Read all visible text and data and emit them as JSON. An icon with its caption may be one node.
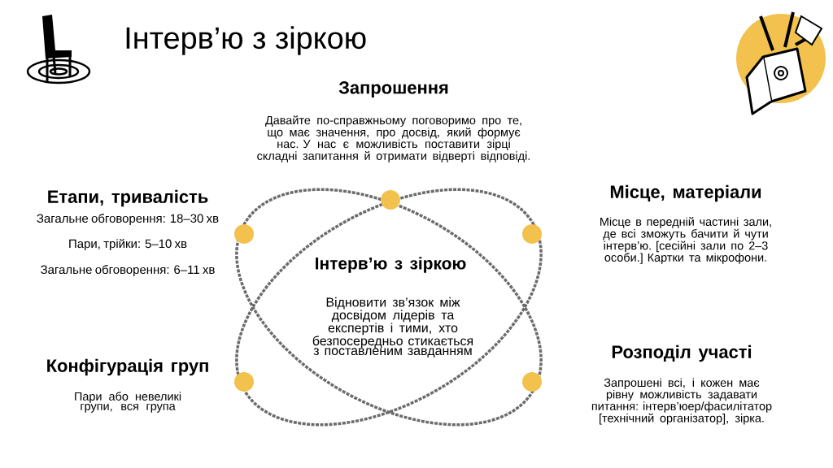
{
  "diagram": {
    "title": "Інтерв’ю з зіркою",
    "labels": [
      "Запрошення",
      "Давайте по-справжньому поговоримо про те, що має значення, про досвід, який формує нас. У нас є можливість поставити зірці складні запитання й отримати відверті відповіді.",
      "Етапи, тривалість",
      "Загальне обговорення: 18–30 хв",
      "Пари, трійки: 5–10 хв",
      "Загальне обговорення: 6–11 хв",
      "Місце, матеріали",
      "Місце в передній частині зали, де всі зможуть бачити й чути інтерв’ю. [сесійні зали по 2–3 особи.] Картки та мікрофони.",
      "Інтерв’ю з зіркою",
      "Відновити зв’язок між досвідом лідерів та експертів і тими, хто безпосередньо стикається з поставленим завданням",
      "Конфігурація груп",
      "Пари або невеликі групи, вся група",
      "Розподіл участі",
      "Запрошені всі, і кожен має рівну можливість задавати питання: інтерв’юер/фасилітатор [технічний організатор], зірка."
    ]
  }
}
